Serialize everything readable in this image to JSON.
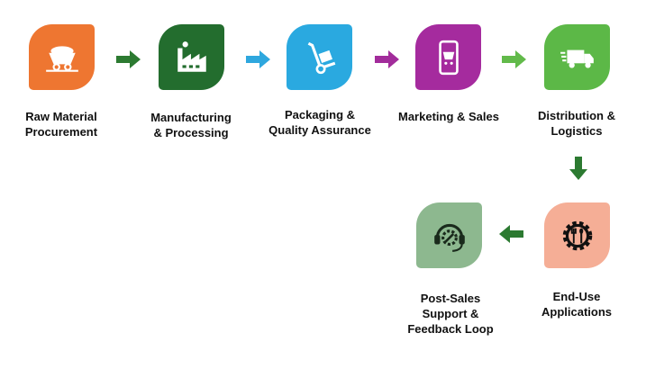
{
  "steps": [
    {
      "label1": "Raw Material",
      "label2": "Procurement",
      "icon": "mine-cart-icon",
      "color": "#ee7631"
    },
    {
      "label1": "Manufacturing",
      "label2": "& Processing",
      "icon": "factory-icon",
      "color": "#236d2e"
    },
    {
      "label1": "Packaging &",
      "label2": "Quality Assurance",
      "icon": "hand-truck-icon",
      "color": "#2aa9e0"
    },
    {
      "label1": "Marketing & Sales",
      "label2": "",
      "icon": "mobile-shopping-icon",
      "color": "#a52b9e"
    },
    {
      "label1": "Distribution &",
      "label2": "Logistics",
      "icon": "delivery-truck-icon",
      "color": "#5cb847"
    },
    {
      "label1": "End-Use",
      "label2": "Applications",
      "icon": "gear-utensils-icon",
      "color": "#f5ae96"
    },
    {
      "label1": "Post-Sales",
      "label2": "Support &",
      "label3": "Feedback Loop",
      "icon": "support-headset-icon",
      "color": "#8db88f"
    }
  ],
  "arrows": [
    "#2c7a31",
    "#2ea7de",
    "#a22c9b",
    "#62ba4a",
    "#2c7a31",
    "#2c7a31"
  ]
}
